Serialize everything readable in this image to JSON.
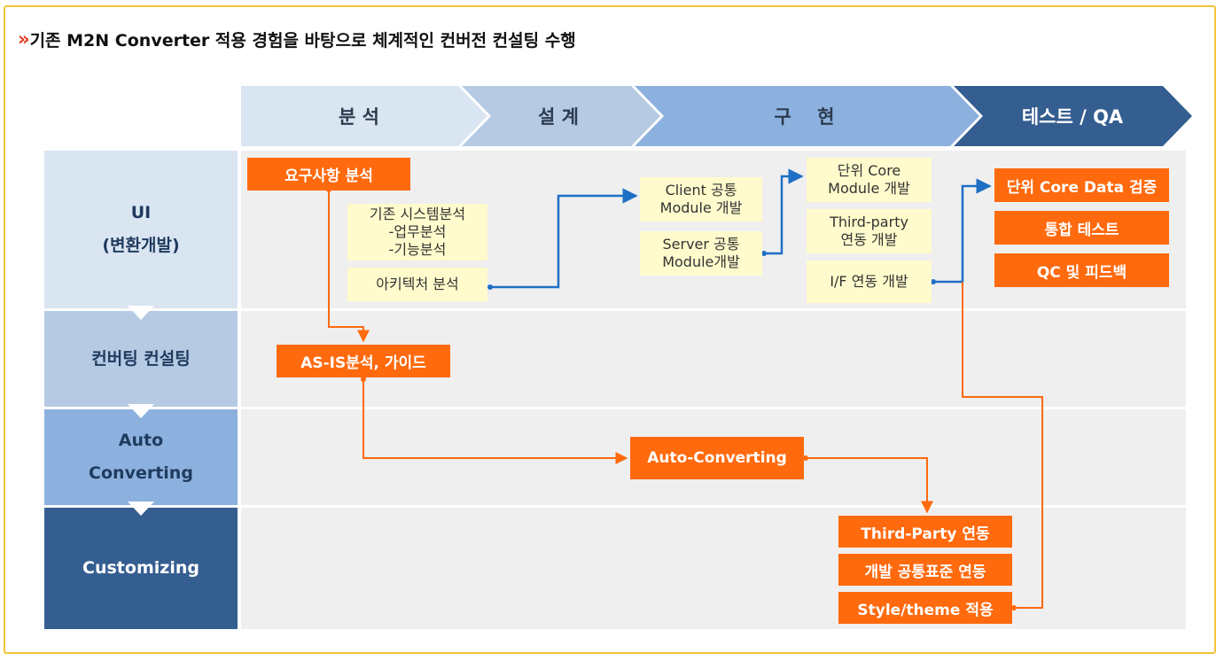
{
  "title": {
    "mark": "»",
    "text": "기존 M2N Converter 적용 경험을 바탕으로 체계적인 컨버전 컨설팅 수행"
  },
  "phases": [
    "분 석",
    "설 계",
    "구    현",
    "테스트 / QA"
  ],
  "rows": [
    "UI\n(변환개발)",
    "컨버팅 컨설팅",
    "Auto\nConverting",
    "Customizing"
  ],
  "boxes": {
    "req_analysis": "요구사항 분석",
    "legacy_analysis": "기존 시스템분석\n-업무분석\n-기능분석",
    "arch_analysis": "아키텍처 분석",
    "client_common": "Client 공통\nModule 개발",
    "server_common": "Server 공통\nModule개발",
    "unit_core": "단위 Core\nModule 개발",
    "third_party_link": "Third-party\n연동 개발",
    "if_link": "I/F 연동 개발",
    "core_data_verify": "단위 Core Data 검증",
    "integration_test": "통합 테스트",
    "qc_feedback": "QC 및 피드백",
    "asis_guide": "AS-IS분석, 가이드",
    "auto_converting": "Auto-Converting",
    "third_party_custom": "Third-Party 연동",
    "common_standard": "개발 공통표준 연동",
    "style_theme": "Style/theme 적용"
  },
  "colors": {
    "orange": "#ff6a0e",
    "yellow": "#fffbcc",
    "blue_line": "#1f6fc5",
    "phase1": "#dae5f2",
    "phase2": "#b6cae4",
    "phase3": "#8db1de",
    "phase4": "#355e90",
    "frame": "#f3c53a"
  }
}
